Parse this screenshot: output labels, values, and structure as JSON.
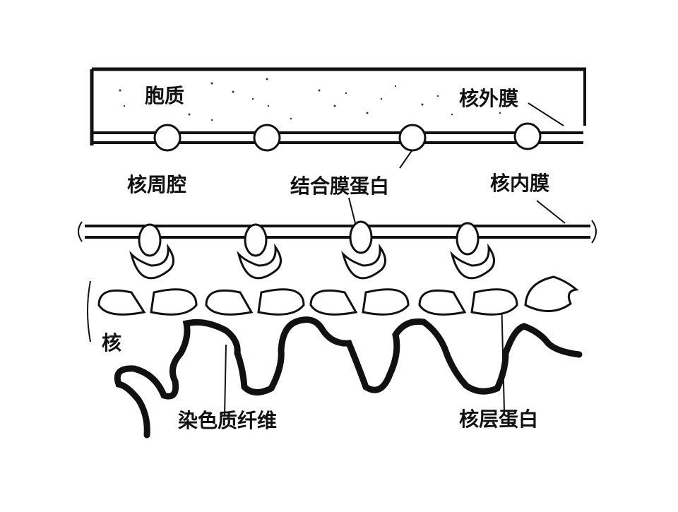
{
  "labels": {
    "cytoplasm": "胞质",
    "outer_membrane": "核外膜",
    "perinuclear_space": "核周腔",
    "membrane_binding_protein": "结合膜蛋白",
    "inner_membrane": "核内膜",
    "nucleus": "核",
    "chromatin_fiber": "染色质纤维",
    "lamin": "核层蛋白"
  },
  "colors": {
    "ink": "#111111",
    "paper": "#ffffff"
  }
}
